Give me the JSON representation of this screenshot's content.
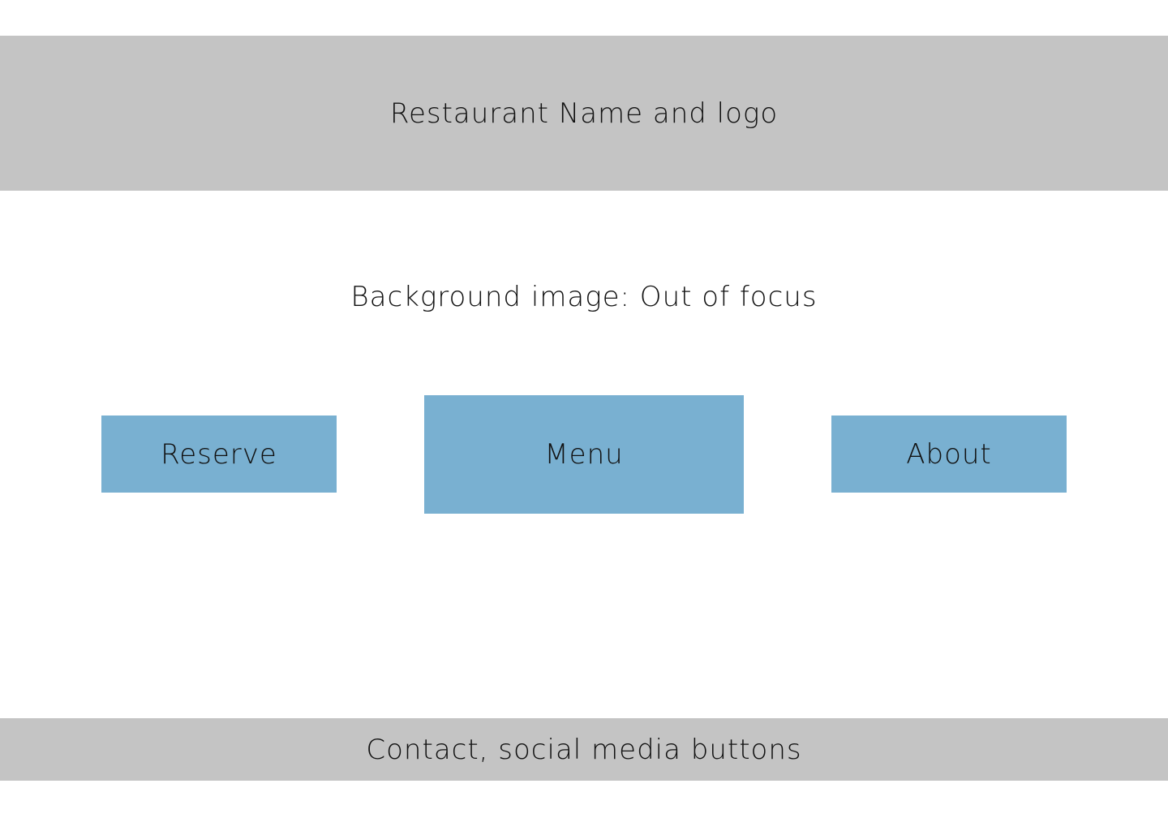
{
  "header": {
    "title": "Restaurant Name and logo"
  },
  "main": {
    "background_note": "Background image: Out of focus",
    "buttons": {
      "reserve": "Reserve",
      "menu": "Menu",
      "about": "About"
    }
  },
  "footer": {
    "text": "Contact, social media buttons"
  },
  "colors": {
    "bar_gray": "#c4c4c4",
    "button_blue": "#79b0d1",
    "background": "#ffffff"
  }
}
